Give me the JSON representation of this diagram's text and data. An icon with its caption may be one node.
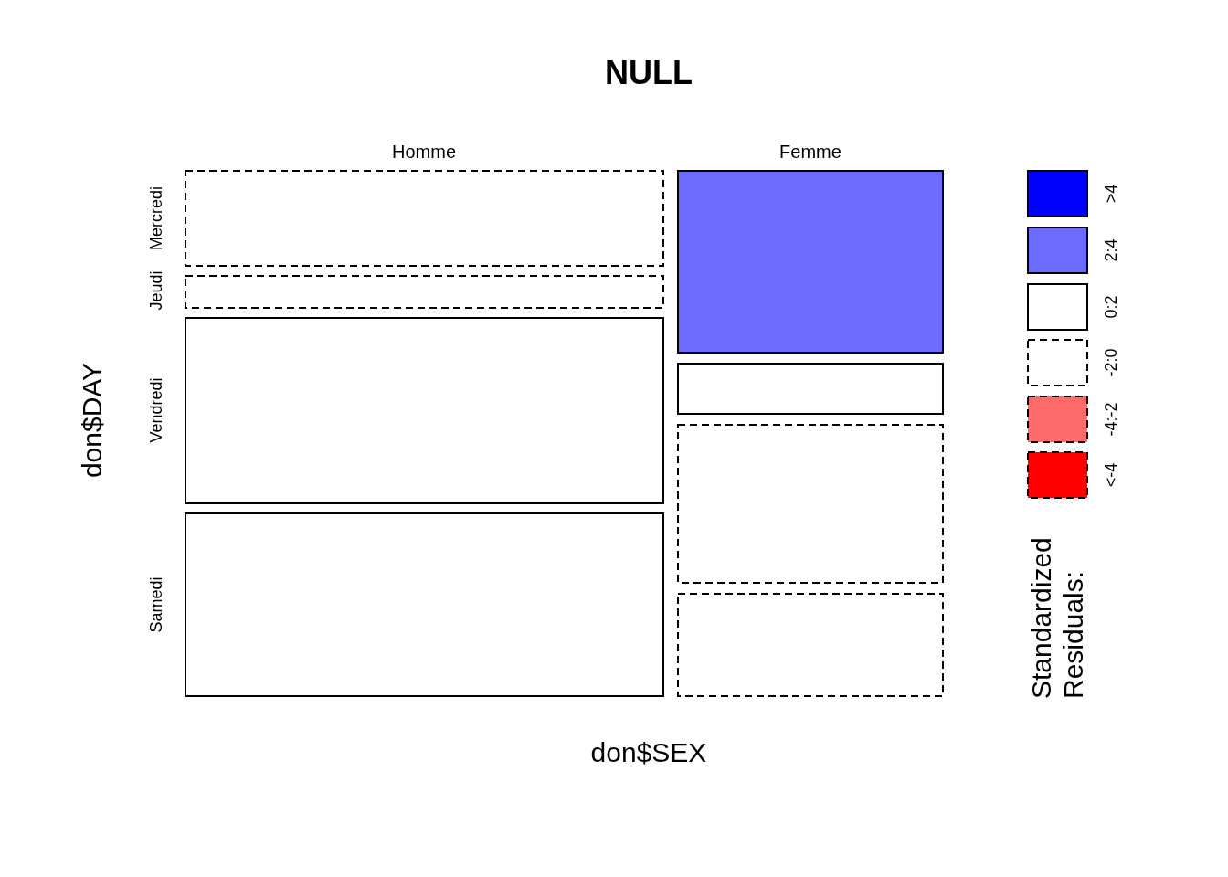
{
  "diagram": {
    "title": "NULL",
    "labels": [
      "Homme",
      "Femme",
      "Mercredi",
      "Jeudi",
      "Vendredi",
      "Samedi",
      "don$DAY",
      "don$SEX",
      "Standardized Residuals:"
    ],
    "legend": [
      {
        "text": ">4",
        "color": "#0000ff"
      },
      {
        "text": "2:4",
        "color": "#6b6bff"
      },
      {
        "text": "0:2",
        "color": "#ffffff"
      },
      {
        "text": "-2:0",
        "color": "#ffffff"
      },
      {
        "text": "-4:-2",
        "color": "#ff6b6b"
      },
      {
        "text": "<-4",
        "color": "#ff0000"
      }
    ]
  }
}
